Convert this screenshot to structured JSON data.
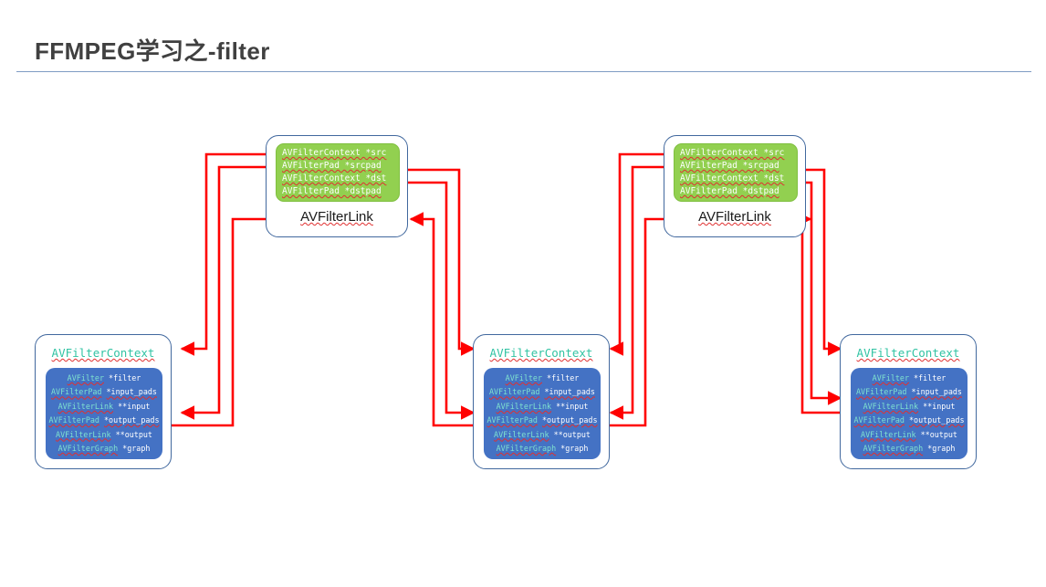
{
  "header": {
    "title": "FFMPEG学习之-filter",
    "rule_color": "#7f9cc4"
  },
  "colors": {
    "link_fill": "#92d050",
    "context_fill": "#4472c4",
    "node_border": "#41689e",
    "wire": "#ff0000",
    "type_text": "#7fe3cf",
    "context_title": "#31c3a3",
    "title_text": "#404040"
  },
  "link_nodes": [
    {
      "id": "link-1",
      "label": "AVFilterLink",
      "fields": [
        "AVFilterContext *src",
        "AVFilterPad *srcpad",
        "AVFilterContext *dst",
        "AVFilterPad *dstpad"
      ]
    },
    {
      "id": "link-2",
      "label": "AVFilterLink",
      "fields": [
        "AVFilterContext *src",
        "AVFilterPad *srcpad",
        "AVFilterContext *dst",
        "AVFilterPad *dstpad"
      ]
    }
  ],
  "context_nodes": [
    {
      "id": "context-left",
      "title": "AVFilterContext",
      "fields": [
        {
          "type": "AVFilter",
          "name": "*filter"
        },
        {
          "type": "AVFilterPad",
          "name": "*input_pads"
        },
        {
          "type": "AVFilterLink",
          "name": "**input"
        },
        {
          "type": "AVFilterPad",
          "name": "*output_pads"
        },
        {
          "type": "AVFilterLink",
          "name": "**output"
        },
        {
          "type": "AVFilterGraph",
          "name": "*graph"
        }
      ]
    },
    {
      "id": "context-middle",
      "title": "AVFilterContext",
      "fields": [
        {
          "type": "AVFilter",
          "name": "*filter"
        },
        {
          "type": "AVFilterPad",
          "name": "*input_pads"
        },
        {
          "type": "AVFilterLink",
          "name": "**input"
        },
        {
          "type": "AVFilterPad",
          "name": "*output_pads"
        },
        {
          "type": "AVFilterLink",
          "name": "**output"
        },
        {
          "type": "AVFilterGraph",
          "name": "*graph"
        }
      ]
    },
    {
      "id": "context-right",
      "title": "AVFilterContext",
      "fields": [
        {
          "type": "AVFilter",
          "name": "*filter"
        },
        {
          "type": "AVFilterPad",
          "name": "*input_pads"
        },
        {
          "type": "AVFilterLink",
          "name": "**input"
        },
        {
          "type": "AVFilterPad",
          "name": "*output_pads"
        },
        {
          "type": "AVFilterLink",
          "name": "**output"
        },
        {
          "type": "AVFilterGraph",
          "name": "*graph"
        }
      ]
    }
  ]
}
